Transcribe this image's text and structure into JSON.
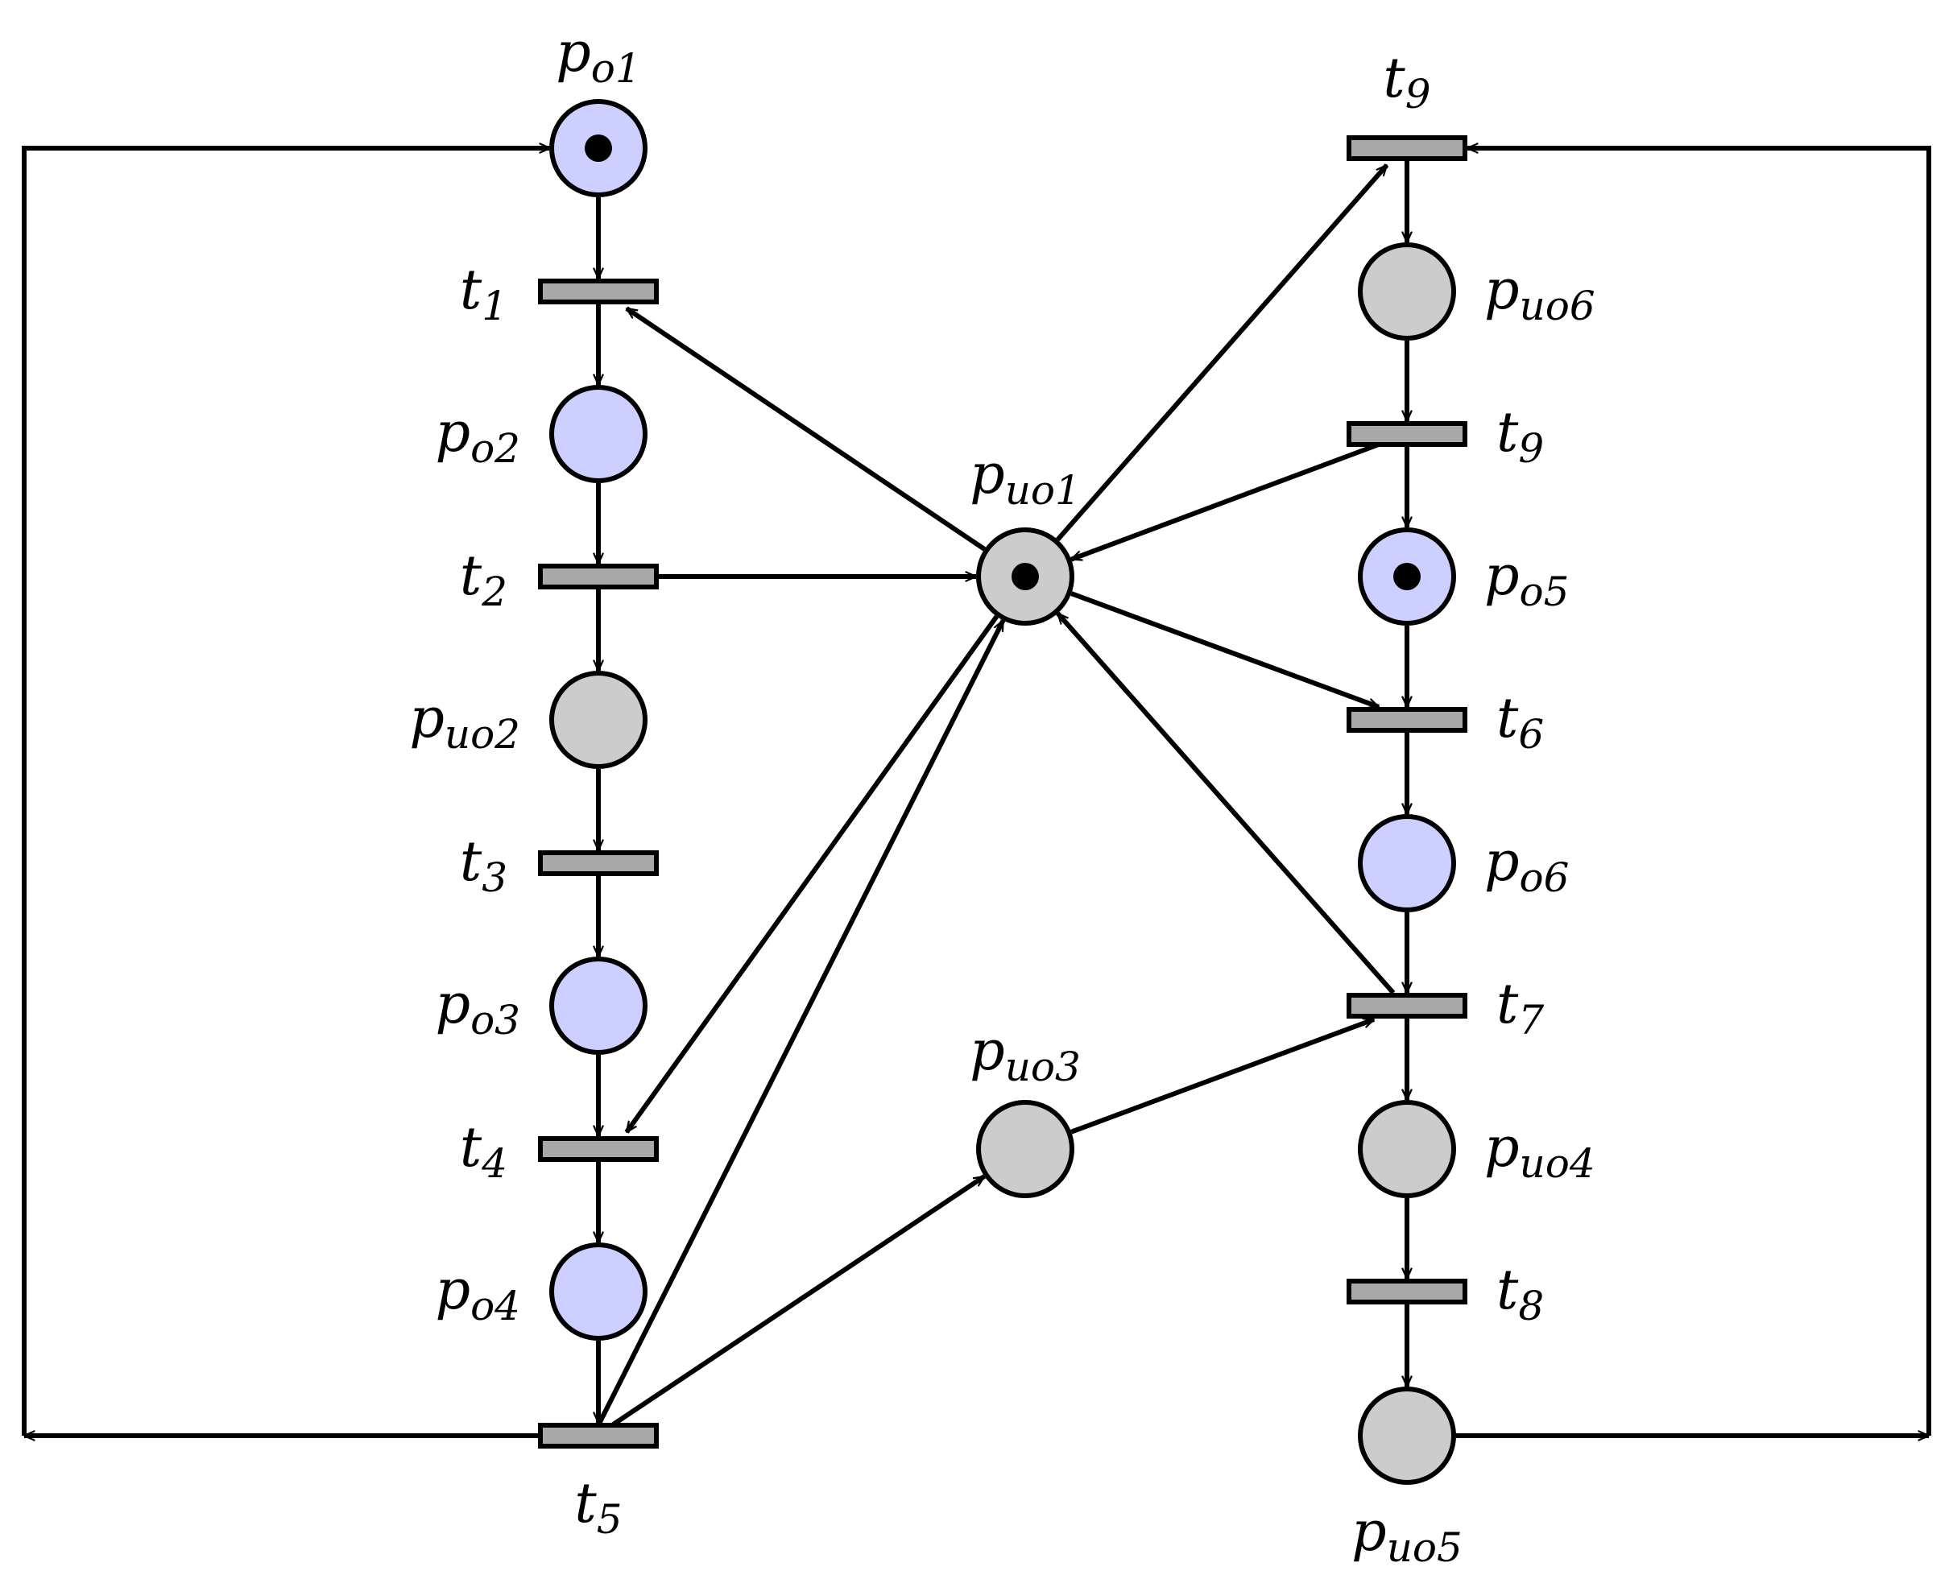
{
  "colors": {
    "observable_place": "#cccfff",
    "unobservable_place": "#cccccc",
    "transition": "#a8a8a8",
    "stroke": "#000000"
  },
  "places": [
    {
      "id": "po1",
      "base": "p",
      "sub": "o1",
      "kind": "observable",
      "tokens": 1
    },
    {
      "id": "po2",
      "base": "p",
      "sub": "o2",
      "kind": "observable",
      "tokens": 0
    },
    {
      "id": "puo2",
      "base": "p",
      "sub": "uo2",
      "kind": "unobservable",
      "tokens": 0
    },
    {
      "id": "po3",
      "base": "p",
      "sub": "o3",
      "kind": "observable",
      "tokens": 0
    },
    {
      "id": "po4",
      "base": "p",
      "sub": "o4",
      "kind": "observable",
      "tokens": 0
    },
    {
      "id": "puo1",
      "base": "p",
      "sub": "uo1",
      "kind": "unobservable",
      "tokens": 1
    },
    {
      "id": "puo3",
      "base": "p",
      "sub": "uo3",
      "kind": "unobservable",
      "tokens": 0
    },
    {
      "id": "puo6",
      "base": "p",
      "sub": "uo6",
      "kind": "unobservable",
      "tokens": 0
    },
    {
      "id": "po5",
      "base": "p",
      "sub": "o5",
      "kind": "observable",
      "tokens": 1
    },
    {
      "id": "po6",
      "base": "p",
      "sub": "o6",
      "kind": "observable",
      "tokens": 0
    },
    {
      "id": "puo4",
      "base": "p",
      "sub": "uo4",
      "kind": "unobservable",
      "tokens": 0
    },
    {
      "id": "puo5",
      "base": "p",
      "sub": "uo5",
      "kind": "unobservable",
      "tokens": 0
    }
  ],
  "transitions": [
    {
      "id": "t1",
      "base": "t",
      "sub": "1"
    },
    {
      "id": "t2",
      "base": "t",
      "sub": "2"
    },
    {
      "id": "t3",
      "base": "t",
      "sub": "3"
    },
    {
      "id": "t4",
      "base": "t",
      "sub": "4"
    },
    {
      "id": "t5",
      "base": "t",
      "sub": "5"
    },
    {
      "id": "t9a",
      "base": "t",
      "sub": "9"
    },
    {
      "id": "t9b",
      "base": "t",
      "sub": "9"
    },
    {
      "id": "t6",
      "base": "t",
      "sub": "6"
    },
    {
      "id": "t7",
      "base": "t",
      "sub": "7"
    },
    {
      "id": "t8",
      "base": "t",
      "sub": "8"
    }
  ],
  "arcs": [
    [
      "po1",
      "t1"
    ],
    [
      "t1",
      "po2"
    ],
    [
      "po2",
      "t2"
    ],
    [
      "t2",
      "puo2"
    ],
    [
      "puo2",
      "t3"
    ],
    [
      "t3",
      "po3"
    ],
    [
      "po3",
      "t4"
    ],
    [
      "t4",
      "po4"
    ],
    [
      "po4",
      "t5"
    ],
    [
      "puo1",
      "t1"
    ],
    [
      "t2",
      "puo1"
    ],
    [
      "puo1",
      "t4"
    ],
    [
      "t5",
      "puo1"
    ],
    [
      "t5",
      "puo3"
    ],
    [
      "puo1",
      "t9a"
    ],
    [
      "t9b",
      "puo1"
    ],
    [
      "puo1",
      "t6"
    ],
    [
      "t7",
      "puo1"
    ],
    [
      "puo3",
      "t7"
    ],
    [
      "t9a",
      "puo6"
    ],
    [
      "puo6",
      "t9b"
    ],
    [
      "t9b",
      "po5"
    ],
    [
      "po5",
      "t6"
    ],
    [
      "t6",
      "po6"
    ],
    [
      "po6",
      "t7"
    ],
    [
      "t7",
      "puo4"
    ],
    [
      "puo4",
      "t8"
    ],
    [
      "t8",
      "puo5"
    ],
    [
      "t5",
      "po1"
    ],
    [
      "puo5",
      "t9a"
    ]
  ]
}
